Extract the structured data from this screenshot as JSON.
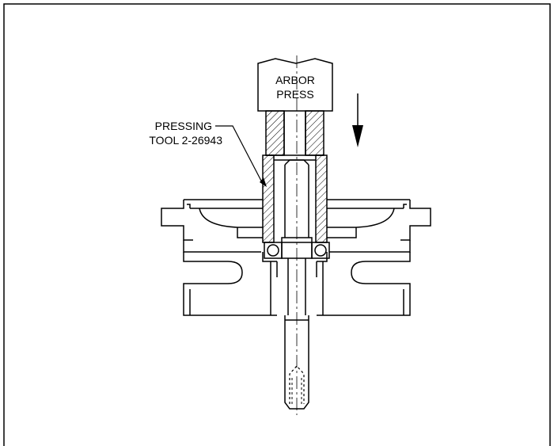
{
  "figure": {
    "press_label_line1": "ARBOR",
    "press_label_line2": "PRESS",
    "tool_label_line1": "PRESSING",
    "tool_label_line2": "TOOL  2-26943"
  },
  "colors": {
    "line": "#000000",
    "background": "#ffffff"
  }
}
